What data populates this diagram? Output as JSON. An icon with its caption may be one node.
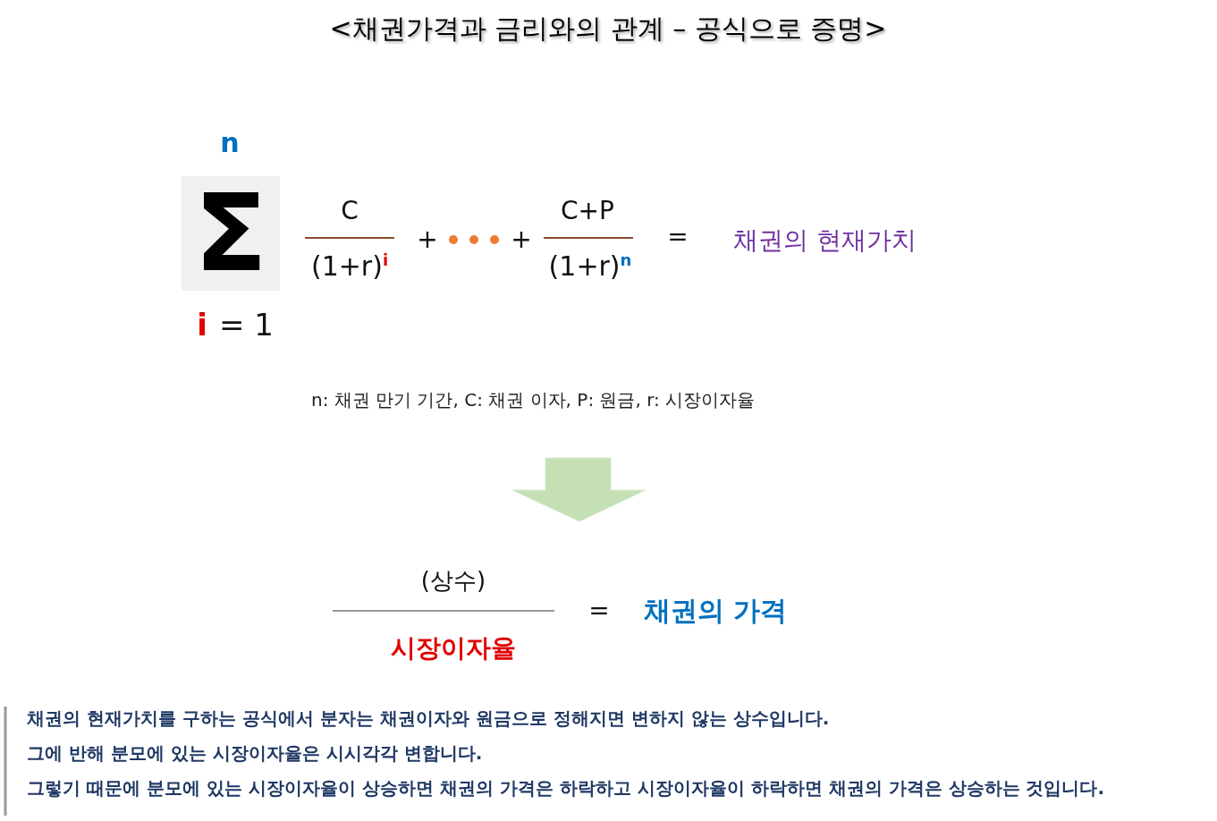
{
  "diagram": {
    "title": "<채권가격과 금리와의 관계 – 공식으로 증명>",
    "labels": [
      "n",
      "C",
      "C+P",
      "Σ",
      "+",
      "+",
      "=",
      "채권의 현재가치",
      "(1+r)$^{i}$",
      "(1+r)$^{n}$",
      "i",
      "= 1",
      "n: 채권 만기 기간, C: 채권 이자, P: 원금, r: 시장이자율",
      "(상수)",
      "=",
      "채권의 가격",
      "시장이자율",
      "채권의 현재가치를 구하는 공식에서 분자는 채권이자와 원금으로 정해지면 변하지 않는 상수입니다.",
      "그에 반해 분모에 있는 시장이자율은 시시각각 변합니다.",
      "그렇기 때문에 분모에 있는 시장이자율이 상승하면 채권의 가격은 하락하고 시장이자율이 하락하면 채권의 가격은 상승하는 것입니다."
    ]
  }
}
